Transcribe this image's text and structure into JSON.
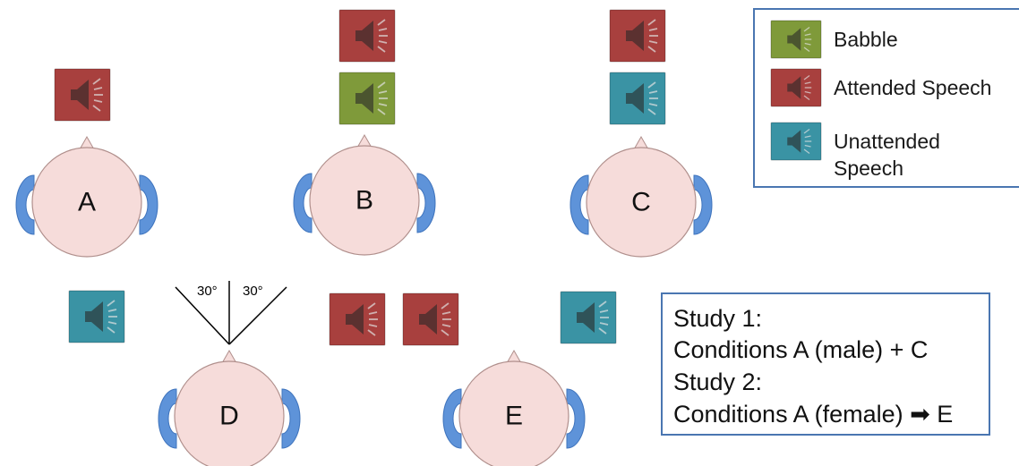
{
  "colors": {
    "babble": "#7f9a3a",
    "attended": "#a8403e",
    "unattended": "#3a93a4",
    "head_fill": "#f6dcda",
    "head_stroke": "#b08f8c",
    "ear": "#5e93d9",
    "legend_border": "#4a76b1"
  },
  "heads": [
    {
      "label": "A"
    },
    {
      "label": "B"
    },
    {
      "label": "C"
    },
    {
      "label": "D"
    },
    {
      "label": "E"
    }
  ],
  "speakers": {
    "icon": "speaker-icon",
    "items": [
      {
        "type": "attended"
      },
      {
        "type": "attended"
      },
      {
        "type": "babble"
      },
      {
        "type": "attended"
      },
      {
        "type": "unattended"
      },
      {
        "type": "unattended"
      },
      {
        "type": "attended"
      },
      {
        "type": "attended"
      },
      {
        "type": "unattended"
      }
    ]
  },
  "angle_labels": [
    "30°",
    "30°"
  ],
  "legend": {
    "items": [
      {
        "type": "babble",
        "label_lines": [
          "Babble"
        ]
      },
      {
        "type": "attended",
        "label_lines": [
          "Attended Speech"
        ]
      },
      {
        "type": "unattended",
        "label_lines": [
          "Unattended",
          "Speech"
        ]
      }
    ]
  },
  "notes": {
    "lines": [
      "Study 1:",
      "Conditions A (male) + C",
      "Study 2:",
      "Conditions A (female) ➡ E"
    ]
  }
}
